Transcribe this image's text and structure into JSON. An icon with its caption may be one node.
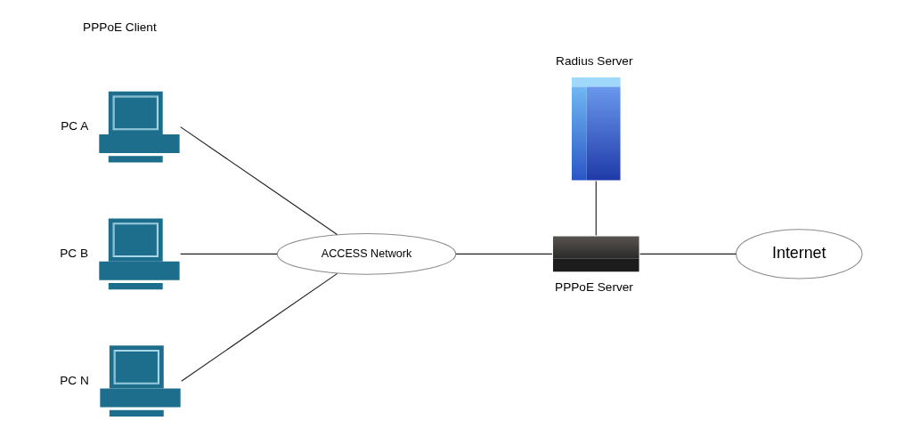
{
  "diagram": {
    "nodes": [
      {
        "text": [],
        "shape": "picture",
        "beside": [
          "PC A"
        ]
      },
      {
        "text": [],
        "shape": "picture",
        "beside": [
          "PC B"
        ]
      },
      {
        "text": [],
        "shape": "picture",
        "beside": [
          "PC N"
        ]
      },
      {
        "text": [
          "ACCESS Network"
        ]
      },
      {
        "text": [],
        "shape": "picture",
        "beside": [
          "Radius Server"
        ]
      },
      {
        "text": [],
        "shape": "picture",
        "beside": [
          "PPPoE Server"
        ]
      },
      {
        "text": [
          "Internet"
        ]
      }
    ],
    "edges": [
      {
        "from": 0,
        "to": 3,
        "arrow": "none"
      },
      {
        "from": 1,
        "to": 3,
        "arrow": "none"
      },
      {
        "from": 2,
        "to": 3,
        "arrow": "none"
      },
      {
        "from": 4,
        "to": 5,
        "arrow": "none"
      },
      {
        "from": 3,
        "to": 5,
        "arrow": "none"
      },
      {
        "from": 5,
        "to": 6,
        "arrow": "none"
      }
    ],
    "labels": [
      "PPPoE Client"
    ]
  }
}
